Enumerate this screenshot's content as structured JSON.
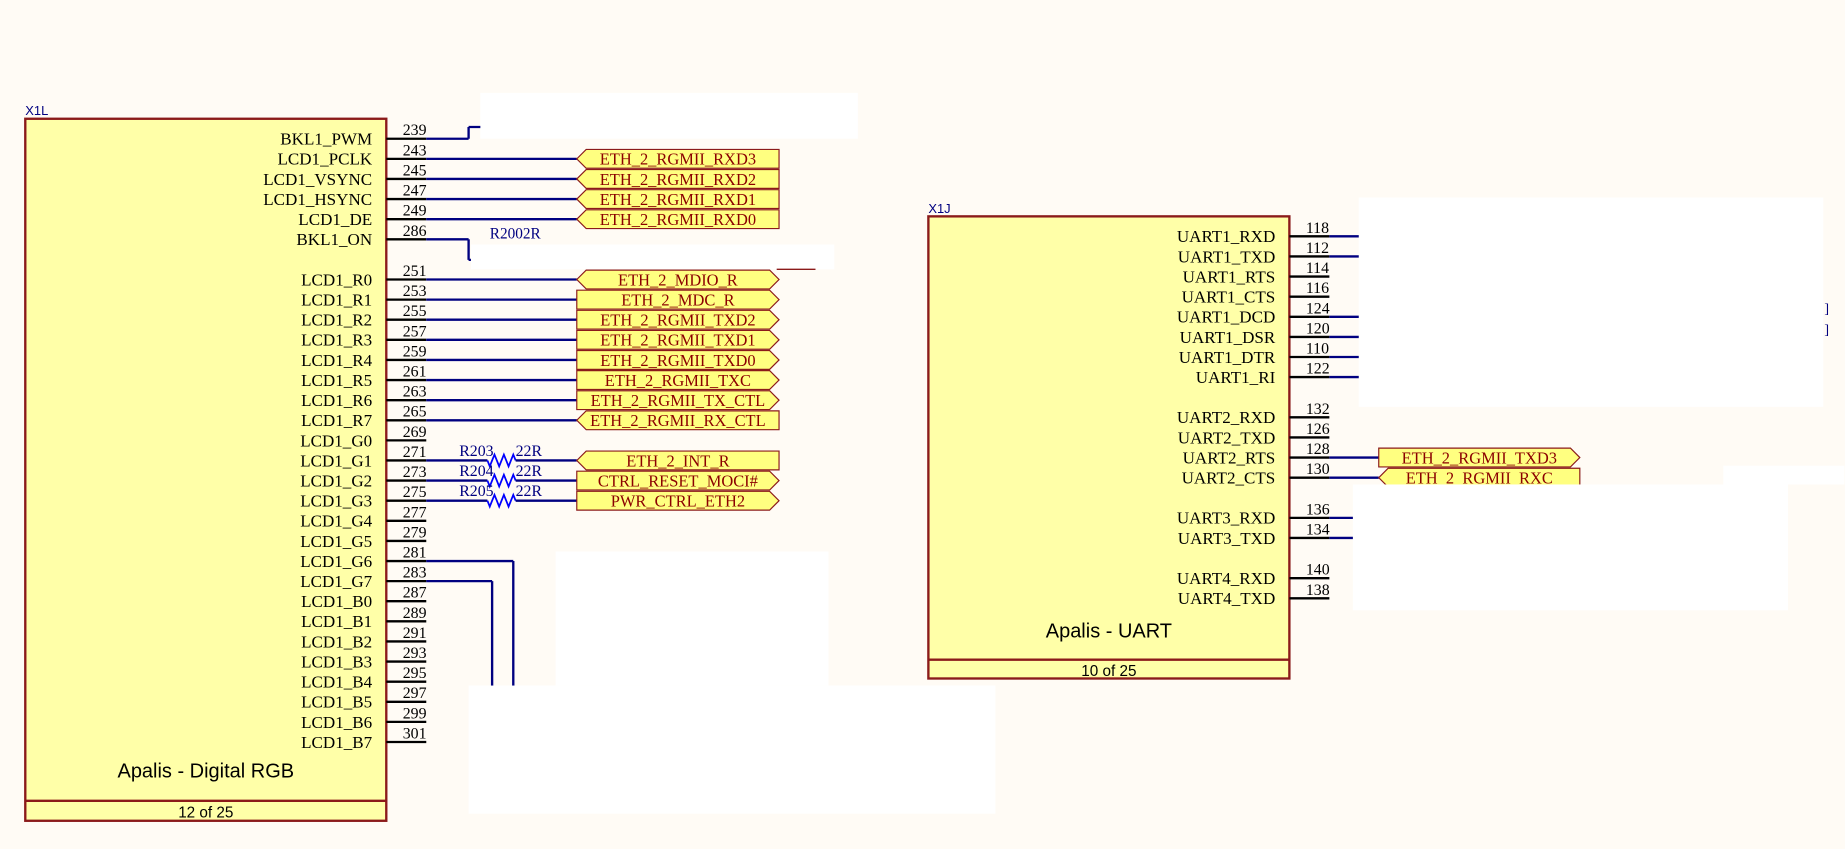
{
  "colors": {
    "body_fill": "#ffffa8",
    "body_stroke": "#8b1a1a",
    "wire": "#000080",
    "pin": "#000000",
    "port_fill": "#ffff80",
    "port_text": "#8b0000",
    "ref": "#000080",
    "resistor": "#0000ff"
  },
  "components": [
    {
      "ref": "X1L",
      "title": "Apalis - Digital RGB",
      "footer": "12 of 25",
      "pin_groups": [
        [
          {
            "name": "BKL1_PWM",
            "num": "239",
            "wire": "up"
          },
          {
            "name": "LCD1_PCLK",
            "num": "243",
            "net": "ETH_2_RGMII_RXD3",
            "dir": "in"
          },
          {
            "name": "LCD1_VSYNC",
            "num": "245",
            "net": "ETH_2_RGMII_RXD2",
            "dir": "in"
          },
          {
            "name": "LCD1_HSYNC",
            "num": "247",
            "net": "ETH_2_RGMII_RXD1",
            "dir": "in"
          },
          {
            "name": "LCD1_DE",
            "num": "249",
            "net": "ETH_2_RGMII_RXD0",
            "dir": "in"
          },
          {
            "name": "BKL1_ON",
            "num": "286",
            "wire": "down"
          }
        ],
        [
          {
            "name": "LCD1_R0",
            "num": "251",
            "net": "ETH_2_MDIO_R",
            "dir": "bi"
          },
          {
            "name": "LCD1_R1",
            "num": "253",
            "net": "ETH_2_MDC_R",
            "dir": "out"
          },
          {
            "name": "LCD1_R2",
            "num": "255",
            "net": "ETH_2_RGMII_TXD2",
            "dir": "out"
          },
          {
            "name": "LCD1_R3",
            "num": "257",
            "net": "ETH_2_RGMII_TXD1",
            "dir": "out"
          },
          {
            "name": "LCD1_R4",
            "num": "259",
            "net": "ETH_2_RGMII_TXD0",
            "dir": "out"
          },
          {
            "name": "LCD1_R5",
            "num": "261",
            "net": "ETH_2_RGMII_TXC",
            "dir": "out"
          },
          {
            "name": "LCD1_R6",
            "num": "263",
            "net": "ETH_2_RGMII_TX_CTL",
            "dir": "out"
          },
          {
            "name": "LCD1_R7",
            "num": "265",
            "net": "ETH_2_RGMII_RX_CTL",
            "dir": "in"
          },
          {
            "name": "LCD1_G0",
            "num": "269"
          },
          {
            "name": "LCD1_G1",
            "num": "271",
            "net": "ETH_2_INT_R",
            "dir": "in",
            "resistor": {
              "ref": "R203",
              "value": "22R"
            }
          },
          {
            "name": "LCD1_G2",
            "num": "273",
            "net": "CTRL_RESET_MOCI#",
            "dir": "out",
            "resistor": {
              "ref": "R204",
              "value": "22R"
            }
          },
          {
            "name": "LCD1_G3",
            "num": "275",
            "net": "PWR_CTRL_ETH2",
            "dir": "out",
            "resistor": {
              "ref": "R205",
              "value": "22R"
            }
          },
          {
            "name": "LCD1_G4",
            "num": "277"
          },
          {
            "name": "LCD1_G5",
            "num": "279"
          },
          {
            "name": "LCD1_G6",
            "num": "281",
            "wire": "bus1"
          },
          {
            "name": "LCD1_G7",
            "num": "283",
            "wire": "bus2"
          },
          {
            "name": "LCD1_B0",
            "num": "287"
          },
          {
            "name": "LCD1_B1",
            "num": "289"
          },
          {
            "name": "LCD1_B2",
            "num": "291"
          },
          {
            "name": "LCD1_B3",
            "num": "293"
          },
          {
            "name": "LCD1_B4",
            "num": "295"
          },
          {
            "name": "LCD1_B5",
            "num": "297"
          },
          {
            "name": "LCD1_B6",
            "num": "299"
          },
          {
            "name": "LCD1_B7",
            "num": "301"
          }
        ]
      ]
    },
    {
      "ref": "X1J",
      "title": "Apalis - UART",
      "footer": "10 of 25",
      "pin_groups": [
        [
          {
            "name": "UART1_RXD",
            "num": "118",
            "wire": "stub"
          },
          {
            "name": "UART1_TXD",
            "num": "112",
            "wire": "stub"
          },
          {
            "name": "UART1_RTS",
            "num": "114"
          },
          {
            "name": "UART1_CTS",
            "num": "116"
          },
          {
            "name": "UART1_DCD",
            "num": "124",
            "wire": "stub"
          },
          {
            "name": "UART1_DSR",
            "num": "120",
            "wire": "stub"
          },
          {
            "name": "UART1_DTR",
            "num": "110",
            "wire": "stub"
          },
          {
            "name": "UART1_RI",
            "num": "122",
            "wire": "stub"
          }
        ],
        [
          {
            "name": "UART2_RXD",
            "num": "132"
          },
          {
            "name": "UART2_TXD",
            "num": "126"
          },
          {
            "name": "UART2_RTS",
            "num": "128",
            "net": "ETH_2_RGMII_TXD3",
            "dir": "out"
          },
          {
            "name": "UART2_CTS",
            "num": "130",
            "net": "ETH_2_RGMII_RXC",
            "dir": "in"
          }
        ],
        [
          {
            "name": "UART3_RXD",
            "num": "136",
            "wire": "stub"
          },
          {
            "name": "UART3_TXD",
            "num": "134",
            "wire": "stub"
          }
        ],
        [
          {
            "name": "UART4_RXD",
            "num": "140"
          },
          {
            "name": "UART4_TXD",
            "num": "138"
          }
        ]
      ]
    }
  ],
  "partial_label": "R2002R"
}
